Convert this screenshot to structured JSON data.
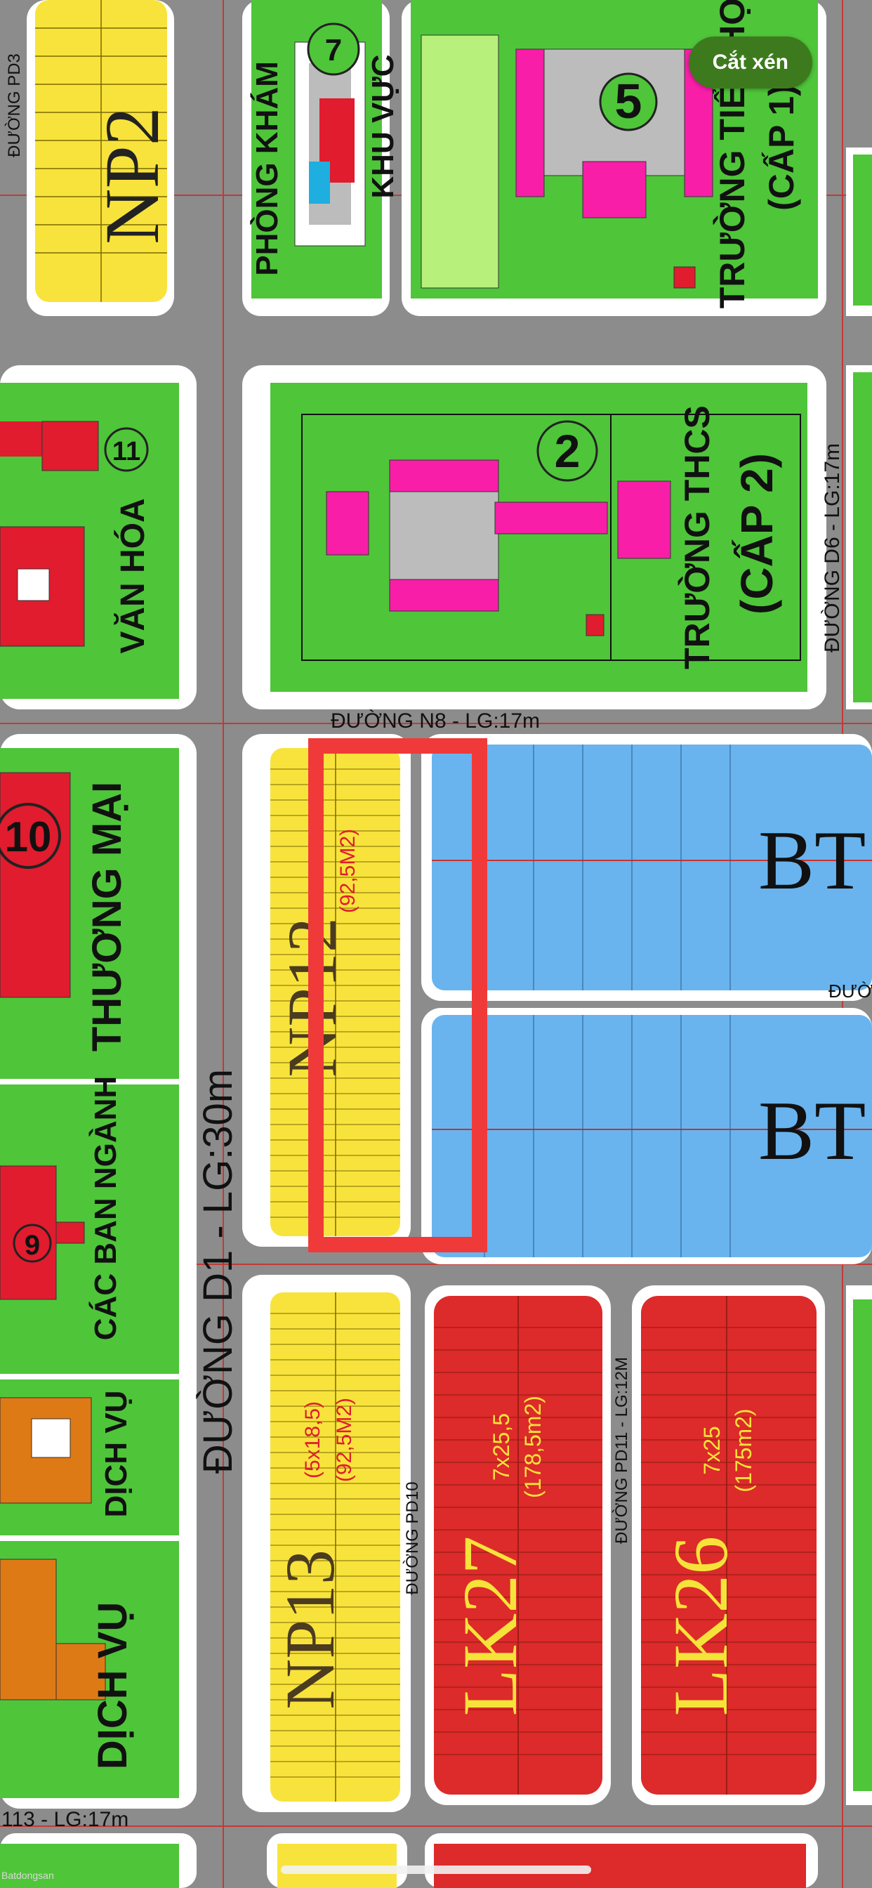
{
  "toolbar": {
    "crop_label": "Cắt xén"
  },
  "roads": {
    "n8": "ĐƯỜNG N8 - LG:17m",
    "d1": "ĐƯỜNG D1 - LG:30m",
    "d6": "ĐƯỜNG D6 - LG:17m",
    "pd3": "ĐƯỜNG PD3",
    "pd10": "ĐƯỜNG PD10",
    "pd11": "ĐƯỜNG PD11 - LG:12M",
    "n13": "113 - LG:17m",
    "duong_right": "ĐƯỜ"
  },
  "facilities": {
    "clinic_line1": "PHÒNG KHÁM",
    "clinic_line2": "KHU VỰC",
    "clinic_num": "7",
    "primary_line1": "TRƯỜNG TIỂU HỌC",
    "primary_line2": "(CẤP 1)",
    "primary_num": "5",
    "middle_line1": "TRƯỜNG THCS",
    "middle_line2": "(CẤP 2)",
    "middle_num": "2",
    "culture": "VĂN HÓA",
    "culture_num": "11",
    "commerce": "THƯƠNG MẠI",
    "commerce_num": "10",
    "boards": "CÁC BAN NGÀNH",
    "boards_num": "9",
    "service1": "DỊCH VỤ",
    "service2": "DỊCH VỤ"
  },
  "blocks": {
    "np2": {
      "name": "NP2"
    },
    "np12": {
      "name": "NP12",
      "area": "(92,5M2)"
    },
    "np13": {
      "name": "NP13",
      "dims": "(5x18,5)",
      "area": "(92,5M2)"
    },
    "bt_upper": {
      "name": "BT"
    },
    "bt_lower": {
      "name": "BT"
    },
    "lk27": {
      "name": "LK27",
      "dims": "7x25,5",
      "area": "(178,5m2)"
    },
    "lk26": {
      "name": "LK26",
      "dims": "7x25",
      "area": "(175m2)"
    }
  },
  "watermark": "Batdongsan"
}
